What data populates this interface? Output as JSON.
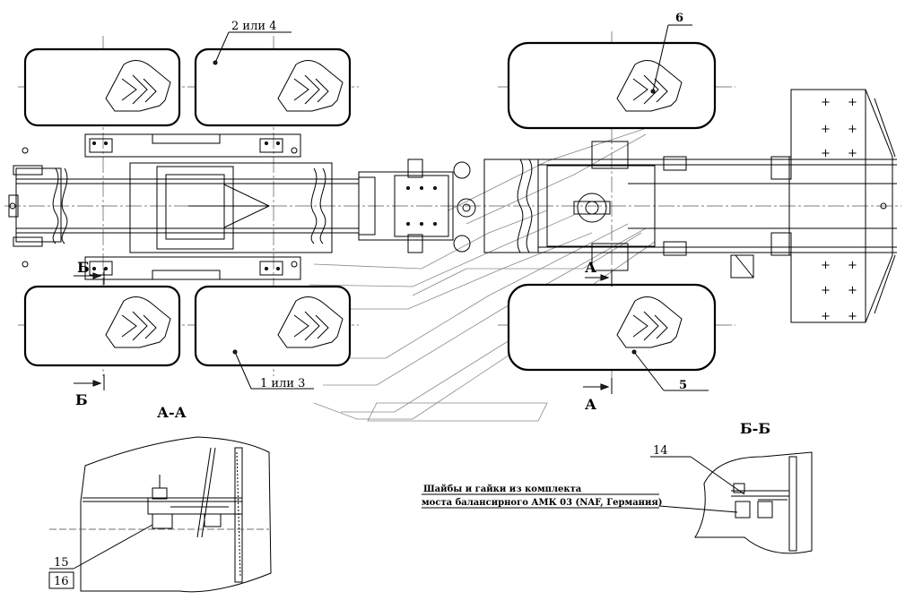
{
  "labels": {
    "part_2_or_4": "2 или 4",
    "part_1_or_3": "1 или 3",
    "part_6": "6",
    "part_5": "5",
    "part_14": "14",
    "part_15": "15",
    "part_16": "16"
  },
  "sections": {
    "aa_title": "А-А",
    "bb_title": "Б-Б",
    "a_mark_top": "А",
    "a_mark_bottom": "А",
    "b_mark_top": "Б",
    "b_mark_bottom": "Б"
  },
  "note": {
    "line1": "Шайбы и гайки из комплекта",
    "line2": "моста балансирного АМК 03 (NAF, Германия)"
  }
}
